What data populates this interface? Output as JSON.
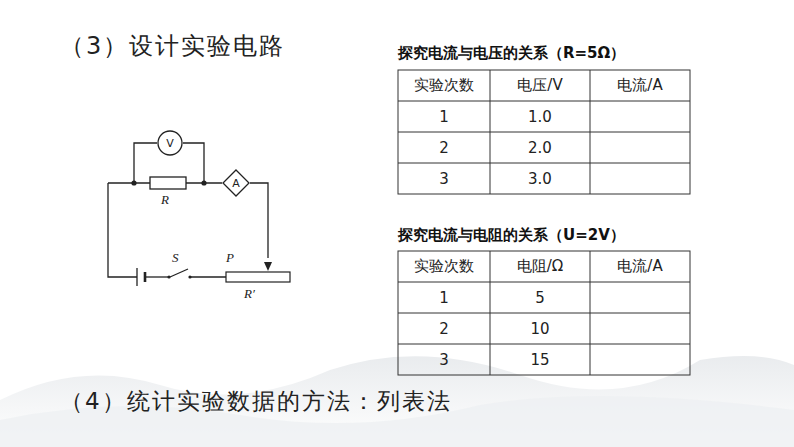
{
  "diagram": {
    "title": "（3）设计实验电路",
    "caption": "（4）统计实验数据的方法：列表法",
    "nodes": [
      {
        "text": [
          "V"
        ]
      },
      {
        "text": [
          "A"
        ]
      }
    ],
    "labels": [
      "R",
      "S",
      "P",
      "R′",
      "探究电流与电压的关系（R=5Ω）",
      "实验次数",
      "电压/V",
      "电流/A",
      "1",
      "1.0",
      "2",
      "2.0",
      "3",
      "3.0",
      "探究电流与电阻的关系（U=2V）",
      "实验次数",
      "电阻/Ω",
      "电流/A",
      "1",
      "5",
      "2",
      "10",
      "3",
      "15"
    ]
  }
}
